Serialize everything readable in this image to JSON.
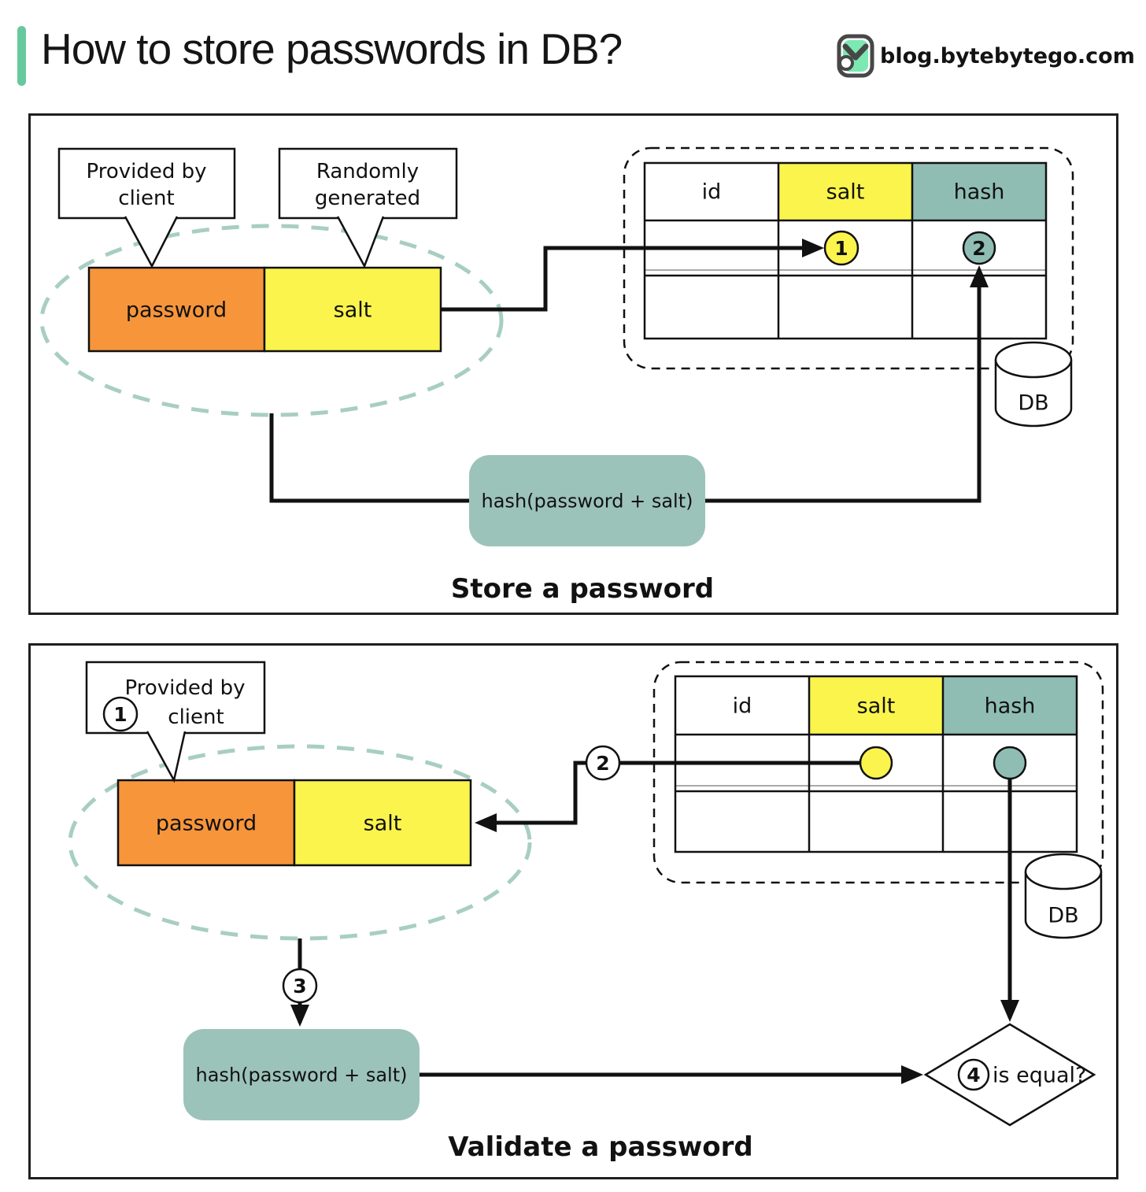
{
  "header": {
    "title": "How to store passwords in DB?",
    "logo_text": "blog.bytebytego.com"
  },
  "colors": {
    "accent": "#67C89E",
    "orange": "#F7953B",
    "yellow": "#FAF44C",
    "teal": "#8FBDB4",
    "teal_box": "#9CC3BA",
    "ellipse_dash": "#A8CEC3",
    "logo_mint": "#7CE8B2"
  },
  "store_panel": {
    "caption": "Store a password",
    "bubble_client": {
      "line1": "Provided by",
      "line2": "client"
    },
    "bubble_random": {
      "line1": "Randomly",
      "line2": "generated"
    },
    "password_label": "password",
    "salt_label": "salt",
    "table": {
      "headers": [
        "id",
        "salt",
        "hash"
      ]
    },
    "marker_salt": "1",
    "marker_hash": "2",
    "db_label": "DB",
    "hash_label": "hash(password + salt)"
  },
  "validate_panel": {
    "caption": "Validate a password",
    "bubble_client": {
      "line1": "Provided by",
      "line2": "client"
    },
    "step_client": "1",
    "step_fetch": "2",
    "step_hash": "3",
    "step_compare": "4",
    "password_label": "password",
    "salt_label": "salt",
    "table": {
      "headers": [
        "id",
        "salt",
        "hash"
      ]
    },
    "db_label": "DB",
    "hash_label": "hash(password + salt)",
    "diamond_label": "is equal?"
  }
}
